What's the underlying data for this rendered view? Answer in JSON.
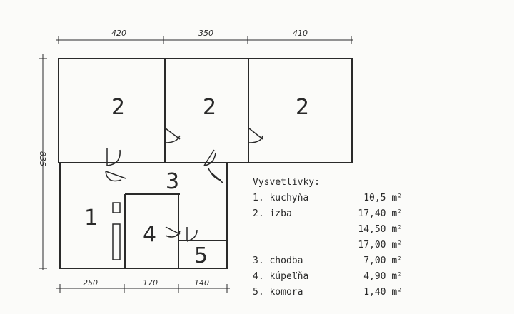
{
  "dimensions": {
    "top": [
      "420",
      "350",
      "410"
    ],
    "bottom": [
      "250",
      "170",
      "140"
    ],
    "left": "835"
  },
  "rooms": {
    "r2a": "2",
    "r2b": "2",
    "r2c": "2",
    "r1": "1",
    "r3": "3",
    "r4": "4",
    "r5": "5"
  },
  "legend": {
    "title": "Vysvetlivky:",
    "items": [
      {
        "label": "1. kuchyňa",
        "area": "10,5 m²"
      },
      {
        "label": "2. izba",
        "area": "17,40 m²"
      },
      {
        "label": "",
        "area": "14,50 m²"
      },
      {
        "label": "",
        "area": "17,00 m²"
      },
      {
        "label": "3. chodba",
        "area": "7,00 m²"
      },
      {
        "label": "4. kúpeľňa",
        "area": "4,90 m²"
      },
      {
        "label": "5. komora",
        "area": "1,40 m²"
      }
    ]
  }
}
